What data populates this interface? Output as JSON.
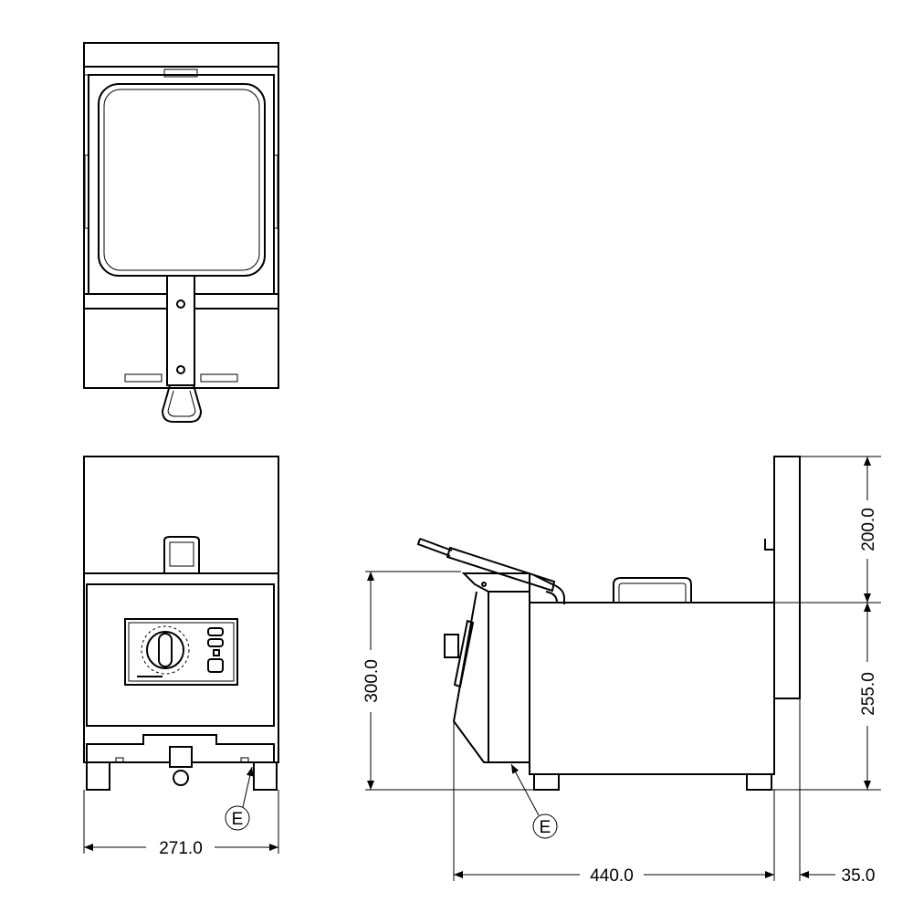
{
  "drawing": {
    "dimensions": {
      "width_front": "271.0",
      "depth_side": "440.0",
      "backsplash_depth": "35.0",
      "height_body": "300.0",
      "backsplash_height": "200.0",
      "body_height_right": "255.0"
    },
    "callouts": {
      "front_e": "E",
      "side_e": "E"
    },
    "colors": {
      "line": "#000000",
      "background": "#ffffff"
    }
  }
}
